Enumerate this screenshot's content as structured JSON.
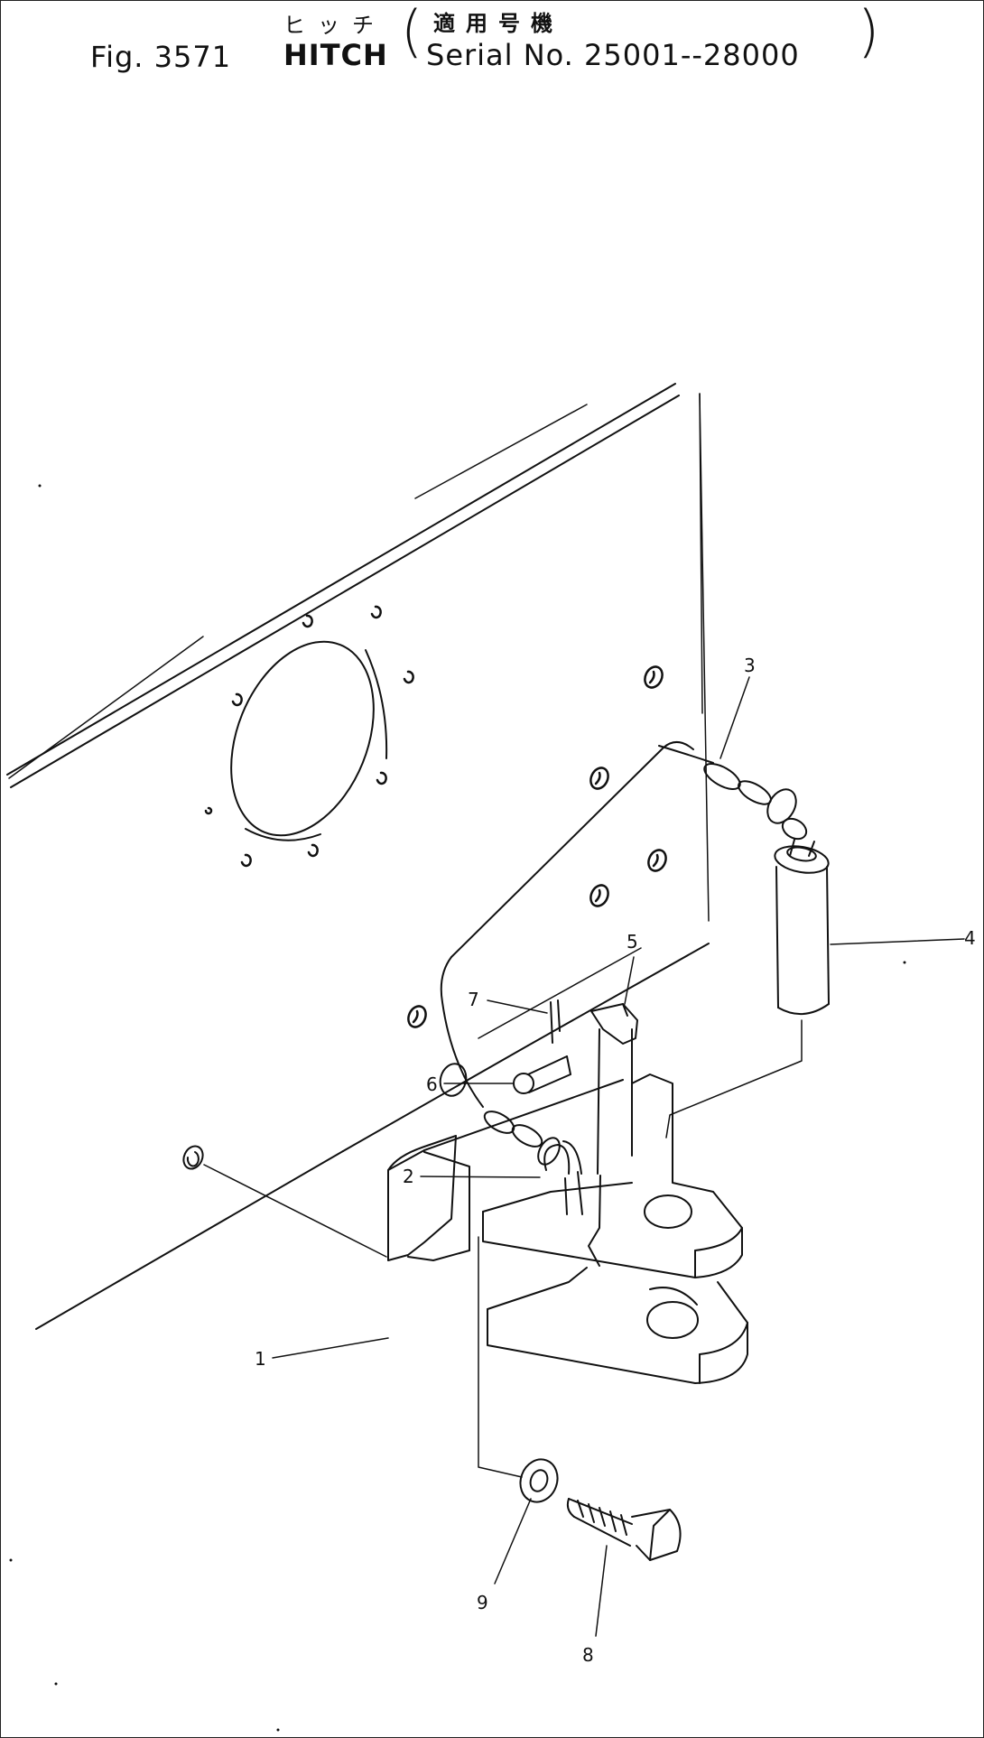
{
  "header": {
    "fig_number": "Fig. 3571",
    "title_jp": "ヒッチ",
    "title_en": "HITCH",
    "serial_jp": "適用号機",
    "serial_en": "Serial No. 25001--28000"
  },
  "callouts": [
    "1",
    "2",
    "3",
    "4",
    "5",
    "6",
    "7",
    "8",
    "9"
  ]
}
